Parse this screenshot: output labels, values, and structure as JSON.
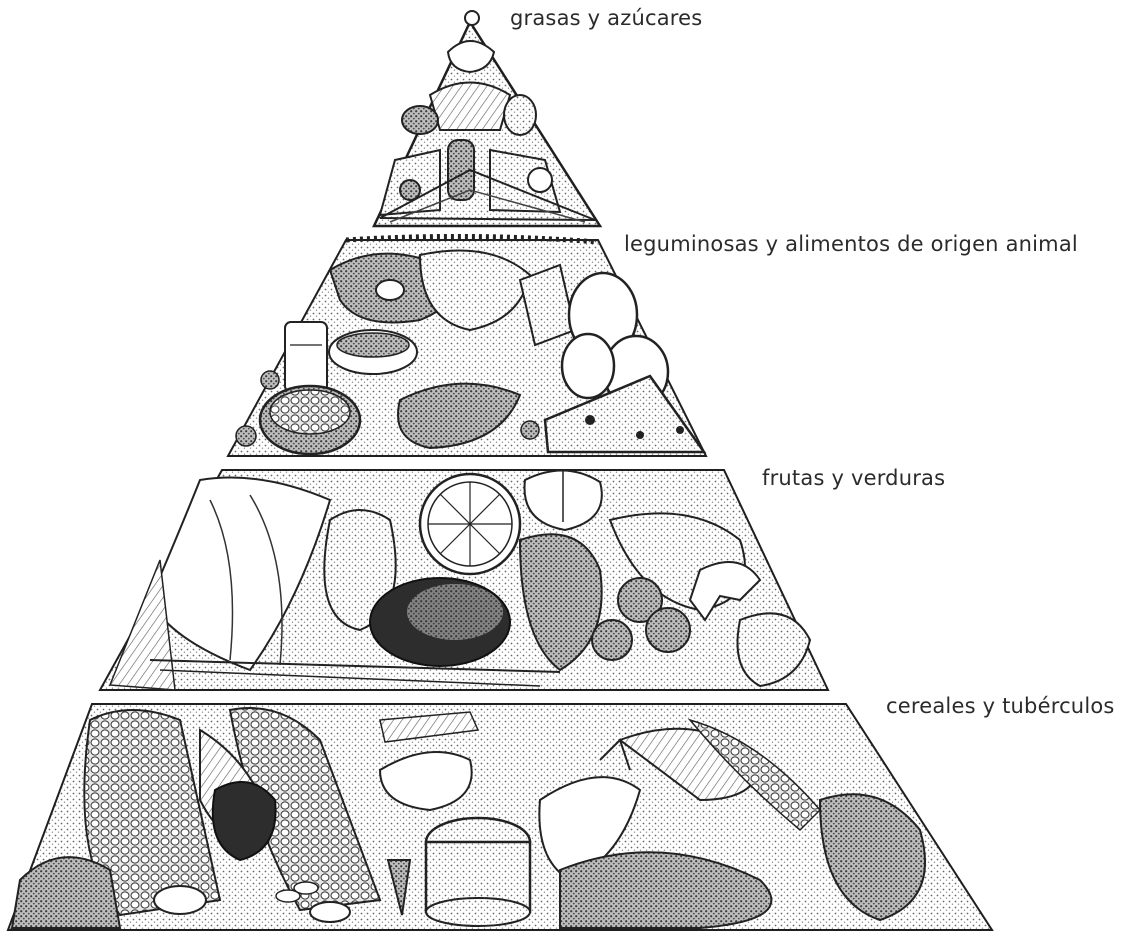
{
  "title": "",
  "tiers": [
    {
      "id": "top",
      "label": "grasas y azúcares",
      "icon": "fats-sugars-illustration"
    },
    {
      "id": "second",
      "label": "leguminosas y alimentos de origen animal",
      "icon": "legumes-animal-foods-illustration"
    },
    {
      "id": "third",
      "label": "frutas y verduras",
      "icon": "fruits-vegetables-illustration"
    },
    {
      "id": "bottom",
      "label": "cereales y tubérculos",
      "icon": "cereals-tubers-illustration"
    }
  ],
  "colors": {
    "ink": "#1f1f1f",
    "shade_dark": "#4a4a4a",
    "shade_mid": "#8a8a8a",
    "shade_light": "#c8c8c8",
    "paper": "#ffffff"
  }
}
